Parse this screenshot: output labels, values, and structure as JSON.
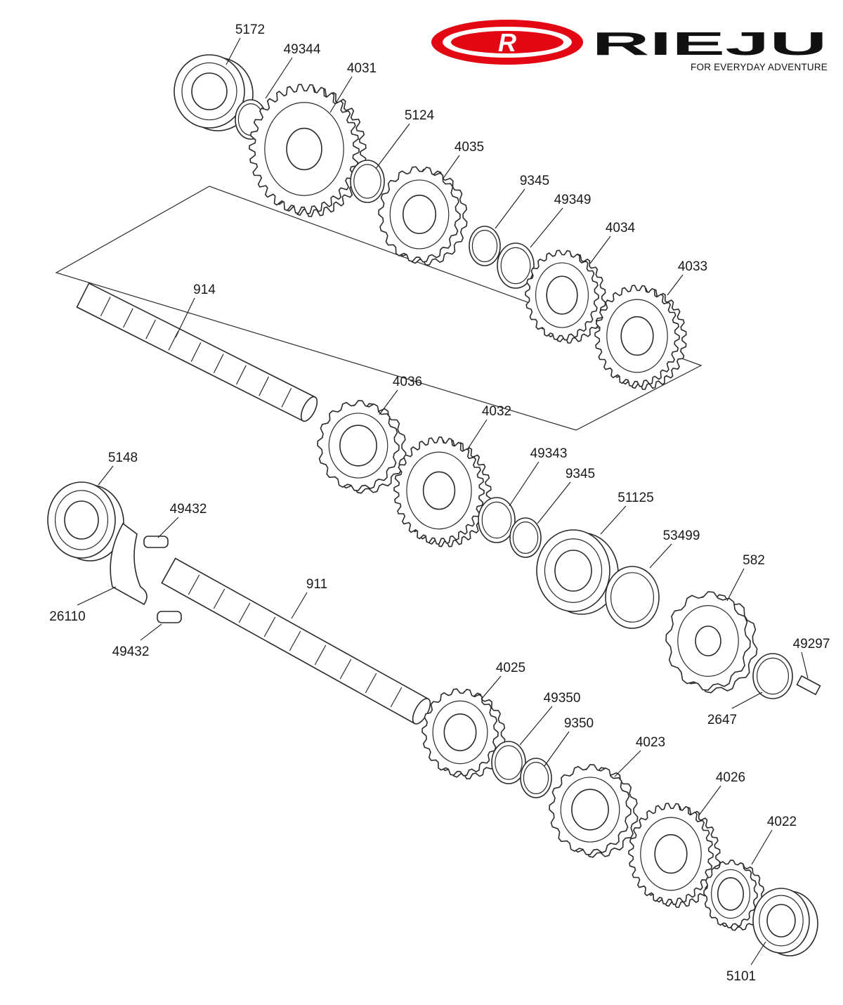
{
  "brand": {
    "name": "RIEJU",
    "logo_letter": "R",
    "tagline": "FOR EVERYDAY ADVENTURE",
    "colors": {
      "red": "#e30613",
      "black": "#111111"
    }
  },
  "callouts": [
    {
      "id": "c5172",
      "text": "5172"
    },
    {
      "id": "c49344",
      "text": "49344"
    },
    {
      "id": "c4031",
      "text": "4031"
    },
    {
      "id": "c5124",
      "text": "5124"
    },
    {
      "id": "c4035",
      "text": "4035"
    },
    {
      "id": "c9345a",
      "text": "9345"
    },
    {
      "id": "c49349",
      "text": "49349"
    },
    {
      "id": "c4034",
      "text": "4034"
    },
    {
      "id": "c4033",
      "text": "4033"
    },
    {
      "id": "c914",
      "text": "914"
    },
    {
      "id": "c4036",
      "text": "4036"
    },
    {
      "id": "c4032",
      "text": "4032"
    },
    {
      "id": "c49343",
      "text": "49343"
    },
    {
      "id": "c9345b",
      "text": "9345"
    },
    {
      "id": "c51125",
      "text": "51125"
    },
    {
      "id": "c53499",
      "text": "53499"
    },
    {
      "id": "c582",
      "text": "582"
    },
    {
      "id": "c49297",
      "text": "49297"
    },
    {
      "id": "c2647",
      "text": "2647"
    },
    {
      "id": "c5148",
      "text": "5148"
    },
    {
      "id": "c49432a",
      "text": "49432"
    },
    {
      "id": "c26110",
      "text": "26110"
    },
    {
      "id": "c49432b",
      "text": "49432"
    },
    {
      "id": "c911",
      "text": "911"
    },
    {
      "id": "c4025",
      "text": "4025"
    },
    {
      "id": "c49350",
      "text": "49350"
    },
    {
      "id": "c9350",
      "text": "9350"
    },
    {
      "id": "c4023",
      "text": "4023"
    },
    {
      "id": "c4026",
      "text": "4026"
    },
    {
      "id": "c4022",
      "text": "4022"
    },
    {
      "id": "c5101",
      "text": "5101"
    }
  ]
}
